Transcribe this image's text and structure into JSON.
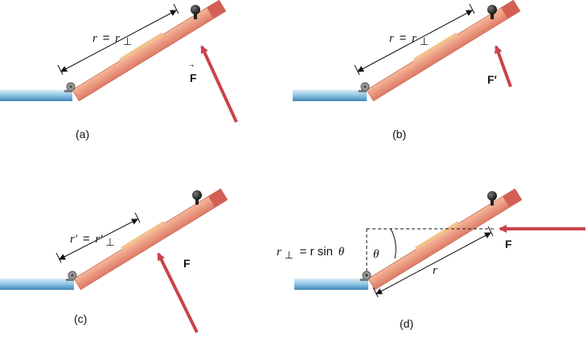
{
  "colors": {
    "door": "#e98f73",
    "door_edge": "#c96a55",
    "door_top": "#d35f55",
    "wall": "#8cc3e3",
    "arrow": "#c9434b",
    "hinge": "#8a8a8a",
    "knob": "#2b2b2b"
  },
  "panels": [
    {
      "id": "a",
      "caption": "(a)",
      "radius_label_r": "r",
      "radius_label_eq": "=",
      "radius_label_rperp": "r",
      "radius_label_sub": "⊥",
      "force_label": "F"
    },
    {
      "id": "b",
      "caption": "(b)",
      "radius_label_r": "r",
      "radius_label_eq": "=",
      "radius_label_rperp": "r",
      "radius_label_sub": "⊥",
      "force_label": "F′"
    },
    {
      "id": "c",
      "caption": "(c)",
      "radius_label_r": "r′",
      "radius_label_eq": "=",
      "radius_label_rperp": "r′",
      "radius_label_sub": "⊥",
      "force_label": "F"
    },
    {
      "id": "d",
      "caption": "(d)",
      "perp_label_r": "r",
      "perp_label_sub": "⊥",
      "perp_label_rest": "= r sin",
      "perp_label_theta": "θ",
      "angle_label": "θ",
      "radius_label": "r",
      "force_label": "F"
    }
  ]
}
